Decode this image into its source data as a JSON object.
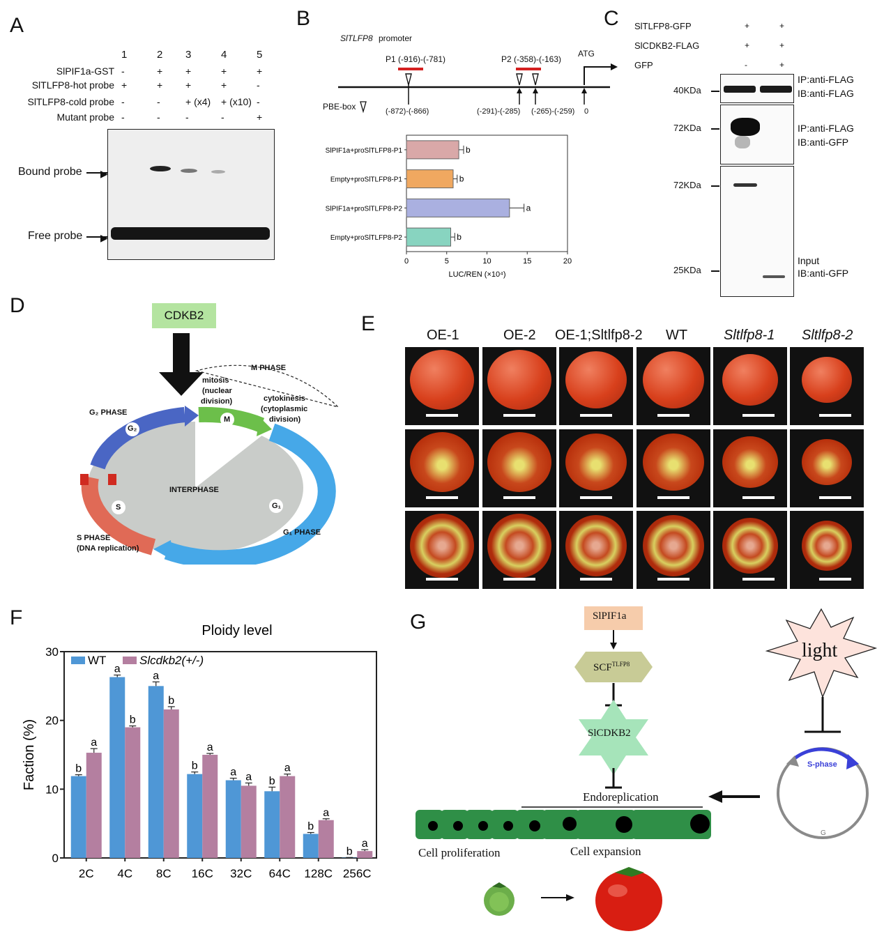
{
  "panels": {
    "A": "A",
    "B": "B",
    "C": "C",
    "D": "D",
    "E": "E",
    "F": "F",
    "G": "G"
  },
  "panelA": {
    "lanes": [
      "1",
      "2",
      "3",
      "4",
      "5"
    ],
    "rows": [
      {
        "label": "SlPIF1a-GST",
        "values": [
          "-",
          "+",
          "+",
          "+",
          "+"
        ]
      },
      {
        "label": "SlTLFP8-hot probe",
        "values": [
          "+",
          "+",
          "+",
          "+",
          "-"
        ]
      },
      {
        "label": "SlTLFP8-cold probe",
        "values": [
          "-",
          "-",
          "+ (x4)",
          "+ (x10)",
          "-"
        ]
      },
      {
        "label": "Mutant probe",
        "values": [
          "-",
          "-",
          "-",
          "-",
          "+"
        ]
      }
    ],
    "bound_label": "Bound probe",
    "free_label": "Free probe"
  },
  "panelB": {
    "promoter_title_italic": "SlTLFP8",
    "promoter_title": "promoter",
    "p1_label": "P1 (-916)-(-781)",
    "p2_label": "P2 (-358)-(-163)",
    "atg": "ATG",
    "pbe_label": "PBE-box",
    "site1": "(-872)-(-866)",
    "site2": "(-291)-(-285)",
    "site3": "(-265)-(-259)",
    "zero": "0",
    "xlabel": "LUC/REN (×10⁴)"
  },
  "panelC": {
    "rows": [
      {
        "label": "SlTLFP8-GFP",
        "values": [
          "+",
          "+"
        ]
      },
      {
        "label": "SlCDKB2-FLAG",
        "values": [
          "+",
          "+"
        ]
      },
      {
        "label": "GFP",
        "values": [
          "-",
          "+"
        ]
      }
    ],
    "blots": [
      {
        "mw": "40KDa",
        "ip": "IP:anti-FLAG",
        "ib": "IB:anti-FLAG"
      },
      {
        "mw": "72KDa",
        "ip": "IP:anti-FLAG",
        "ib": "IB:anti-GFP"
      },
      {
        "mw": "72KDa",
        "ip": "",
        "ib": ""
      },
      {
        "mw": "25KDa",
        "ip": "Input",
        "ib": "IB:anti-GFP"
      }
    ]
  },
  "panelD": {
    "cdkb2": "CDKB2",
    "m_phase": "M PHASE",
    "mitosis": "mitosis",
    "nuclear": "(nuclear",
    "division": "division)",
    "cytokinesis": "cytokinesis",
    "cytoplasmic": "(cytoplasmic",
    "division2": "division)",
    "g2_phase": "G₂ PHASE",
    "g2": "G₂",
    "m": "M",
    "interphase": "INTERPHASE",
    "g1": "G₁",
    "s": "S",
    "s_phase": "S PHASE",
    "dna": "(DNA replication)",
    "g1_phase": "G₁ PHASE"
  },
  "panelE": {
    "columns": [
      "OE-1",
      "OE-2",
      "OE-1;Sltlfp8-2",
      "WT",
      "Sltlfp8-1",
      "Sltlfp8-2"
    ]
  },
  "panelG": {
    "pif": "SlPIF1a",
    "scf": "SCF",
    "scf_sup": "TLFP8",
    "cdkb2": "SlCDKB2",
    "light": "light",
    "sphase": "S-phase",
    "g": "G",
    "endo": "Endoreplication",
    "prolif": "Cell proliferation",
    "expansion": "Cell expansion"
  },
  "chart_data": [
    {
      "type": "bar",
      "panel": "B",
      "orientation": "horizontal",
      "categories": [
        "SlPIF1a+proSlTLFP8-P1",
        "Empty+proSlTLFP8-P1",
        "SlPIF1a+proSlTLFP8-P2",
        "Empty+proSlTLFP8-P2"
      ],
      "values": [
        6.5,
        5.8,
        12.8,
        5.5
      ],
      "errors": [
        0.6,
        0.5,
        1.8,
        0.5
      ],
      "letters": [
        "b",
        "b",
        "a",
        "b"
      ],
      "colors": [
        "#d9a8a8",
        "#f0a860",
        "#aab0e0",
        "#88d4c0"
      ],
      "xlabel": "LUC/REN (×10⁴)",
      "xlim": [
        0,
        20
      ],
      "xticks": [
        0,
        5,
        10,
        15,
        20
      ]
    },
    {
      "type": "bar",
      "panel": "F",
      "title": "Ploidy level",
      "ylabel": "Faction (%)",
      "categories": [
        "2C",
        "4C",
        "8C",
        "16C",
        "32C",
        "64C",
        "128C",
        "256C"
      ],
      "series": [
        {
          "name": "WT",
          "color": "#4f97d6",
          "values": [
            11.9,
            26.3,
            25.0,
            12.2,
            11.3,
            9.7,
            3.5,
            0.05
          ],
          "errors": [
            0.2,
            0.3,
            0.6,
            0.3,
            0.3,
            0.6,
            0.2,
            0.02
          ],
          "letters": [
            "b",
            "a",
            "a",
            "b",
            "a",
            "b",
            "b",
            "b"
          ]
        },
        {
          "name": "Slcdkb2(+/-)",
          "color": "#b47fa0",
          "values": [
            15.3,
            19.0,
            21.6,
            15.0,
            10.5,
            11.9,
            5.5,
            1.0
          ],
          "errors": [
            0.6,
            0.2,
            0.4,
            0.2,
            0.4,
            0.3,
            0.2,
            0.2
          ],
          "letters": [
            "a",
            "b",
            "b",
            "a",
            "a",
            "a",
            "a",
            "a"
          ]
        }
      ],
      "ylim": [
        0,
        30
      ],
      "yticks": [
        0,
        10,
        20,
        30
      ]
    }
  ]
}
